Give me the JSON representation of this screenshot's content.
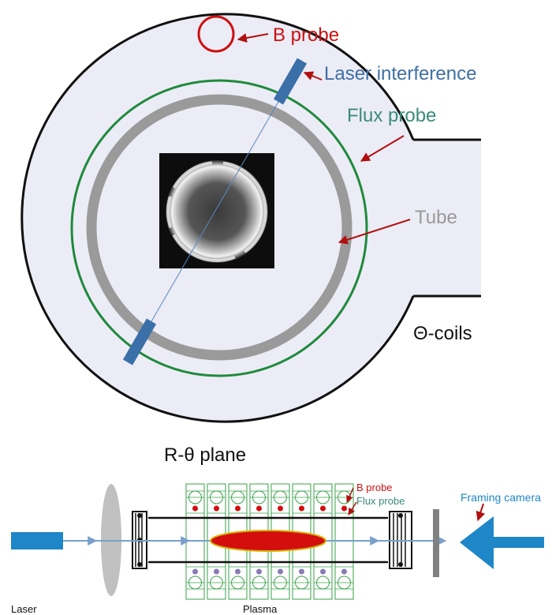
{
  "top_view": {
    "labels": {
      "b_probe": "B probe",
      "laser_interference": "Laser interference",
      "flux_probe": "Flux probe",
      "tube": "Tube",
      "coils": "Θ-coils",
      "plane": "R-θ plane"
    }
  },
  "side_view": {
    "labels": {
      "b_probe": "B probe",
      "flux_probe": "Flux probe",
      "framing_camera": "Framing camera",
      "laser": "Laser",
      "plasma": "Plasma"
    },
    "coil_count": 8
  },
  "colors": {
    "chamber_fill": "#ececf6",
    "chamber_stroke": "#111111",
    "flux_ring": "#1f8a3c",
    "tube": "#9a9a9a",
    "b_probe": "#cc1111",
    "laser": "#3a6fa8",
    "arrow": "#b01010",
    "tube_label": "#9a9a9a",
    "flux_label": "#3a8c7a",
    "laser_label": "#3f6fa5",
    "camera": "#1f86c8",
    "plasma": "#d40d0d",
    "coil_grid": "#3aa04a",
    "beam": "#7aa0cc"
  }
}
